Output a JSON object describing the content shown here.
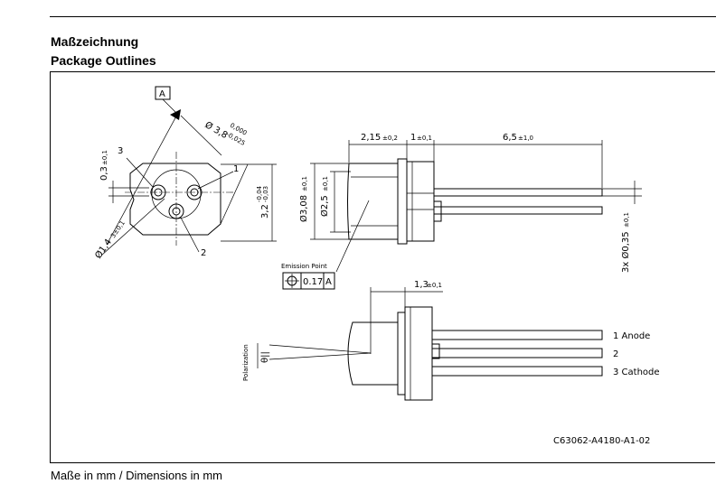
{
  "header": {
    "title_de": "Maßzeichnung",
    "title_en": "Package Outlines"
  },
  "footer": {
    "note": "Maße in mm / Dimensions in mm"
  },
  "drawing": {
    "datum_label": "A",
    "dims": {
      "outer_diameter": "Ø 3,8",
      "outer_diameter_tol_upper": "0,000",
      "outer_diameter_tol_lower": "-0,025",
      "pin_offset": "0,3",
      "pin_offset_tol": "±0,1",
      "pin_circle": "Ø1,4",
      "pin_circle_tol": "3±0,1",
      "flat_width": "3,2",
      "flat_width_tol_upper": "-0,04",
      "flat_width_tol_lower": "-0,03",
      "len_cap": "2,15",
      "len_cap_tol": "±0,2",
      "len_flange": "1",
      "len_flange_tol": "±0,1",
      "len_leads": "6,5",
      "len_leads_tol": "±1,0",
      "dia_flange": "Ø3,08",
      "dia_flange_tol": "±0,1",
      "dia_cap": "Ø2,5",
      "dia_cap_tol": "±0,1",
      "lead_dia": "3x Ø0,35",
      "lead_dia_tol": "±0,1",
      "emission_offset": "1,3",
      "emission_offset_tol": "±0,1"
    },
    "pin_numbers": [
      "1",
      "2",
      "3"
    ],
    "emission_point_label": "Emission Point",
    "tolerance_value": "0.17",
    "tolerance_datum": "A",
    "polarization_label": "Polarization",
    "theta_symbol": "θ||",
    "lead_labels": [
      "1 Anode",
      "2",
      "3 Cathode"
    ],
    "drawing_number": "C63062-A4180-A1-02"
  }
}
